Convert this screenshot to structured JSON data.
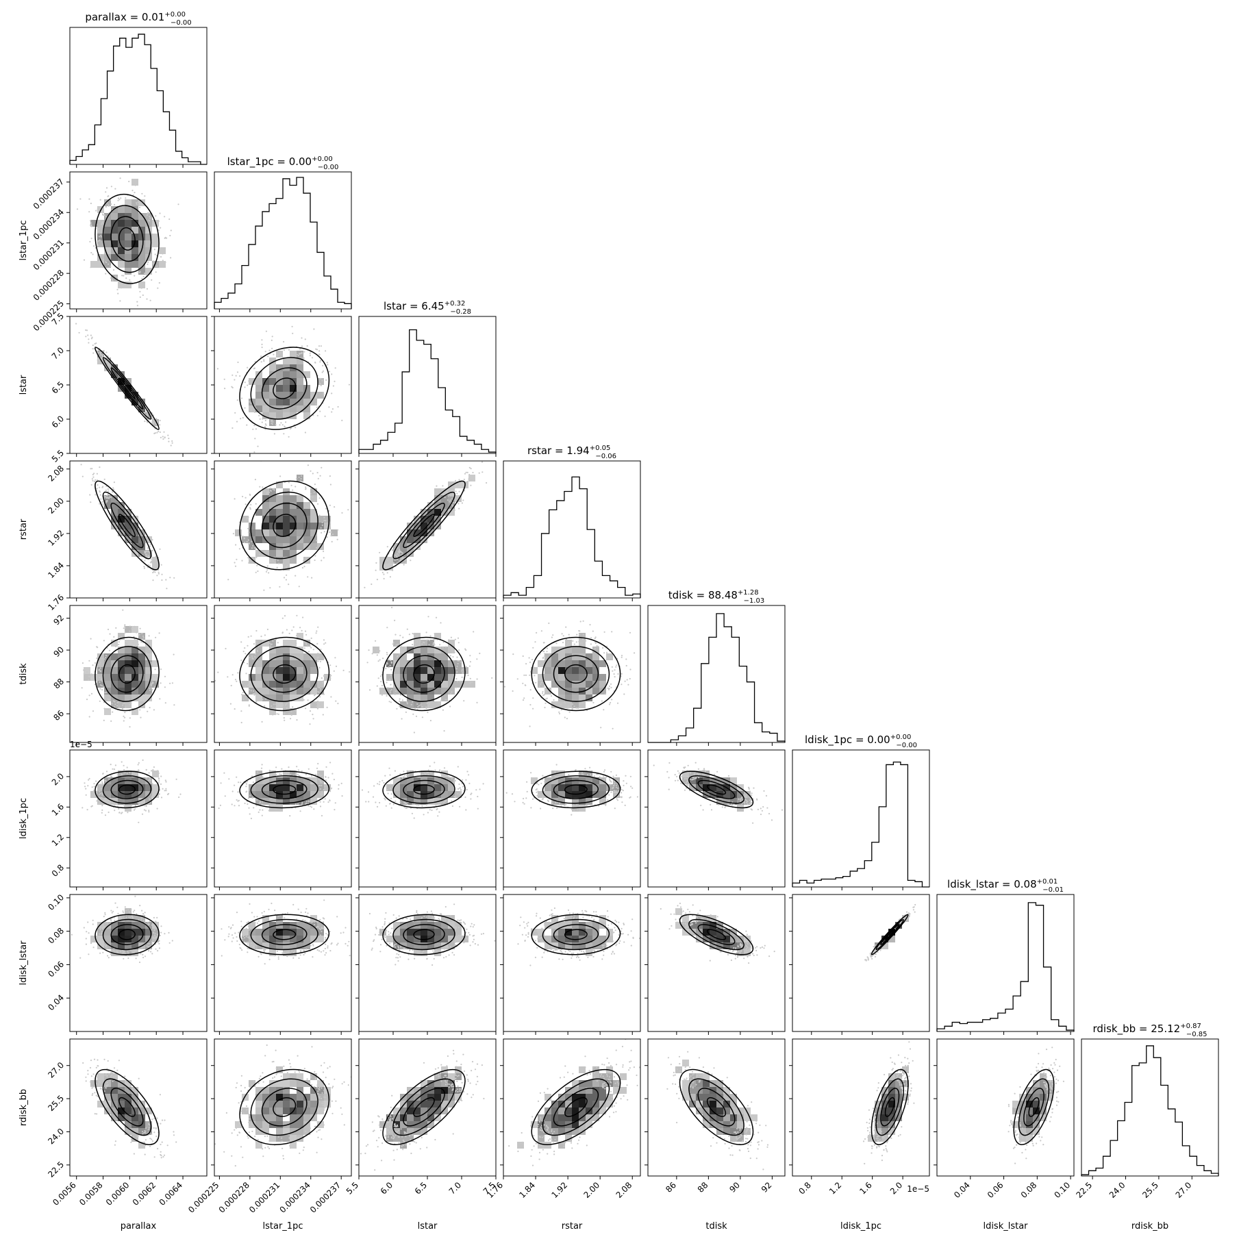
{
  "chart_data": {
    "type": "corner",
    "params": [
      {
        "name": "parallax",
        "xlabel": "parallax",
        "ylabel": "",
        "title": "parallax = 0.01",
        "sup": "+0.00",
        "sub": "−0.00",
        "range": [
          0.00555,
          0.00658
        ],
        "ticks": [
          0.0056,
          0.0058,
          0.006,
          0.0062,
          0.0064
        ],
        "ticklabels": [
          "0.0056",
          "0.0058",
          "0.0060",
          "0.0062",
          "0.0064"
        ],
        "mean": 0.00598,
        "sd": 0.00012,
        "hist": [
          0.03,
          0.06,
          0.11,
          0.15,
          0.3,
          0.5,
          0.71,
          0.9,
          0.96,
          0.89,
          0.96,
          0.99,
          0.91,
          0.73,
          0.56,
          0.4,
          0.26,
          0.1,
          0.05,
          0.02,
          0.02,
          0.0
        ]
      },
      {
        "name": "lstar_1pc",
        "xlabel": "lstar_1pc",
        "ylabel": "lstar_1pc",
        "title": "lstar_1pc = 0.00",
        "sup": "+0.00",
        "sub": "−0.00",
        "range": [
          0.0002245,
          0.000238
        ],
        "ticks": [
          0.000225,
          0.000228,
          0.000231,
          0.000234,
          0.000237
        ],
        "ticklabels": [
          "0.000225",
          "0.000228",
          "0.000231",
          "0.000234",
          "0.000237"
        ],
        "mean": 0.0002314,
        "sd": 2.2e-06,
        "hist": [
          0.05,
          0.08,
          0.12,
          0.19,
          0.33,
          0.49,
          0.63,
          0.74,
          0.8,
          0.84,
          0.99,
          0.94,
          1.0,
          0.88,
          0.66,
          0.43,
          0.25,
          0.15,
          0.05,
          0.04
        ]
      },
      {
        "name": "lstar",
        "xlabel": "lstar",
        "ylabel": "lstar",
        "title": "lstar = 6.45",
        "sup": "+0.32",
        "sub": "−0.28",
        "range": [
          5.5,
          7.5
        ],
        "ticks": [
          5.5,
          6.0,
          6.5,
          7.0,
          7.5
        ],
        "ticklabels": [
          "5.5",
          "6.0",
          "6.5",
          "7.0",
          "7.5"
        ],
        "mean": 6.45,
        "sd": 0.3,
        "hist": [
          0.03,
          0.03,
          0.07,
          0.1,
          0.16,
          0.23,
          0.62,
          0.94,
          0.86,
          0.83,
          0.72,
          0.5,
          0.33,
          0.28,
          0.13,
          0.1,
          0.07,
          0.03,
          0.01
        ]
      },
      {
        "name": "rstar",
        "xlabel": "rstar",
        "ylabel": "rstar",
        "title": "rstar = 1.94",
        "sup": "+0.05",
        "sub": "−0.06",
        "range": [
          1.76,
          2.1
        ],
        "ticks": [
          1.76,
          1.84,
          1.92,
          2.0,
          2.08
        ],
        "ticklabels": [
          "1.76",
          "1.84",
          "1.92",
          "2.00",
          "2.08"
        ],
        "mean": 1.94,
        "sd": 0.055,
        "hist": [
          0.02,
          0.04,
          0.02,
          0.08,
          0.17,
          0.49,
          0.67,
          0.74,
          0.81,
          0.92,
          0.83,
          0.52,
          0.28,
          0.17,
          0.13,
          0.08,
          0.02,
          0.03
        ]
      },
      {
        "name": "tdisk",
        "xlabel": "tdisk",
        "ylabel": "tdisk",
        "title": "tdisk = 88.48",
        "sup": "+1.28",
        "sub": "−1.03",
        "range": [
          84.2,
          92.8
        ],
        "ticks": [
          86,
          88,
          90,
          92
        ],
        "ticklabels": [
          "86",
          "88",
          "90",
          "92"
        ],
        "mean": 88.5,
        "sd": 1.15,
        "hist": [
          0.0,
          0.0,
          0.0,
          0.02,
          0.05,
          0.11,
          0.26,
          0.6,
          0.8,
          0.98,
          0.88,
          0.8,
          0.58,
          0.46,
          0.15,
          0.08,
          0.07,
          0.01
        ]
      },
      {
        "name": "ldisk_1pc",
        "xlabel": "ldisk_1pc",
        "ylabel": "ldisk_1pc",
        "title": "ldisk_1pc = 0.00",
        "sup": "+0.00",
        "sub": "−0.00",
        "range": [
          0.55,
          2.35
        ],
        "ticks": [
          0.8,
          1.2,
          1.6,
          2.0
        ],
        "ticklabels": [
          "0.8",
          "1.2",
          "1.6",
          "2.0"
        ],
        "offset": "1e−5",
        "mean": 1.83,
        "sd": 0.12,
        "hist": [
          0.03,
          0.05,
          0.03,
          0.05,
          0.06,
          0.06,
          0.07,
          0.08,
          0.12,
          0.14,
          0.2,
          0.34,
          0.61,
          0.93,
          0.95,
          0.93,
          0.05,
          0.04,
          0.0
        ]
      },
      {
        "name": "ldisk_lstar",
        "xlabel": "ldisk_lstar",
        "ylabel": "ldisk_lstar",
        "title": "ldisk_lstar = 0.08",
        "sup": "+0.01",
        "sub": "−0.01",
        "range": [
          0.02,
          0.102
        ],
        "ticks": [
          0.04,
          0.06,
          0.08,
          0.1
        ],
        "ticklabels": [
          "0.04",
          "0.06",
          "0.08",
          "0.10"
        ],
        "mean": 0.078,
        "sd": 0.006,
        "hist": [
          0.02,
          0.04,
          0.07,
          0.06,
          0.07,
          0.07,
          0.09,
          0.1,
          0.14,
          0.17,
          0.27,
          0.38,
          0.98,
          0.96,
          0.49,
          0.09,
          0.04,
          0.01
        ]
      },
      {
        "name": "rdisk_bb",
        "xlabel": "rdisk_bb",
        "ylabel": "rdisk_bb",
        "title": "rdisk_bb = 25.12",
        "sup": "+0.87",
        "sub": "−0.85",
        "range": [
          22.0,
          28.2
        ],
        "ticks": [
          22.5,
          24.0,
          25.5,
          27.0
        ],
        "ticklabels": [
          "22.5",
          "24.0",
          "25.5",
          "27.0"
        ],
        "mean": 25.12,
        "sd": 0.85,
        "hist": [
          0.01,
          0.04,
          0.06,
          0.15,
          0.27,
          0.42,
          0.56,
          0.84,
          0.86,
          0.99,
          0.9,
          0.69,
          0.51,
          0.41,
          0.23,
          0.15,
          0.08,
          0.04,
          0.02
        ]
      }
    ],
    "correlations": [
      [
        0
      ],
      [
        -0.1,
        0
      ],
      [
        -0.98,
        0.2,
        0
      ],
      [
        -0.9,
        0.12,
        0.93,
        0
      ],
      [
        0.05,
        0.05,
        0.05,
        0.0,
        0
      ],
      [
        0.05,
        0.05,
        0.05,
        0.05,
        -0.7,
        0
      ],
      [
        0.05,
        0.05,
        0.05,
        0.05,
        -0.7,
        0.98,
        0
      ],
      [
        -0.7,
        0.2,
        0.7,
        0.65,
        -0.65,
        0.6,
        0.6,
        0
      ]
    ],
    "contour_levels": [
      0.5,
      1.0,
      1.5,
      2.0
    ],
    "colors": {
      "line": "#000000",
      "point": "#c8c8c8",
      "hist": "#000000"
    }
  }
}
